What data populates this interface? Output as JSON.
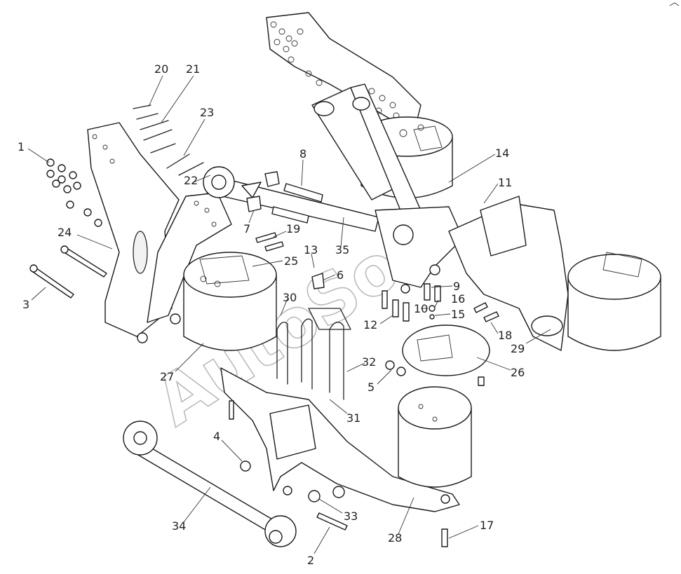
{
  "diagram": {
    "watermark": "AutoSoft",
    "callouts": [
      {
        "id": "c1",
        "text": "1"
      },
      {
        "id": "c2",
        "text": "2"
      },
      {
        "id": "c3",
        "text": "3"
      },
      {
        "id": "c4",
        "text": "4"
      },
      {
        "id": "c5",
        "text": "5"
      },
      {
        "id": "c6",
        "text": "6"
      },
      {
        "id": "c7",
        "text": "7"
      },
      {
        "id": "c8",
        "text": "8"
      },
      {
        "id": "c9",
        "text": "9"
      },
      {
        "id": "c10",
        "text": "10"
      },
      {
        "id": "c11",
        "text": "11"
      },
      {
        "id": "c12",
        "text": "12"
      },
      {
        "id": "c13",
        "text": "13"
      },
      {
        "id": "c14",
        "text": "14"
      },
      {
        "id": "c15",
        "text": "15"
      },
      {
        "id": "c16",
        "text": "16"
      },
      {
        "id": "c17",
        "text": "17"
      },
      {
        "id": "c18",
        "text": "18"
      },
      {
        "id": "c19",
        "text": "19"
      },
      {
        "id": "c20",
        "text": "20"
      },
      {
        "id": "c21",
        "text": "21"
      },
      {
        "id": "c22",
        "text": "22"
      },
      {
        "id": "c23",
        "text": "23"
      },
      {
        "id": "c24",
        "text": "24"
      },
      {
        "id": "c25",
        "text": "25"
      },
      {
        "id": "c26",
        "text": "26"
      },
      {
        "id": "c27",
        "text": "27"
      },
      {
        "id": "c28",
        "text": "28"
      },
      {
        "id": "c29",
        "text": "29"
      },
      {
        "id": "c30",
        "text": "30"
      },
      {
        "id": "c31",
        "text": "31"
      },
      {
        "id": "c32",
        "text": "32"
      },
      {
        "id": "c33",
        "text": "33"
      },
      {
        "id": "c34",
        "text": "34"
      },
      {
        "id": "c35",
        "text": "35"
      }
    ]
  }
}
